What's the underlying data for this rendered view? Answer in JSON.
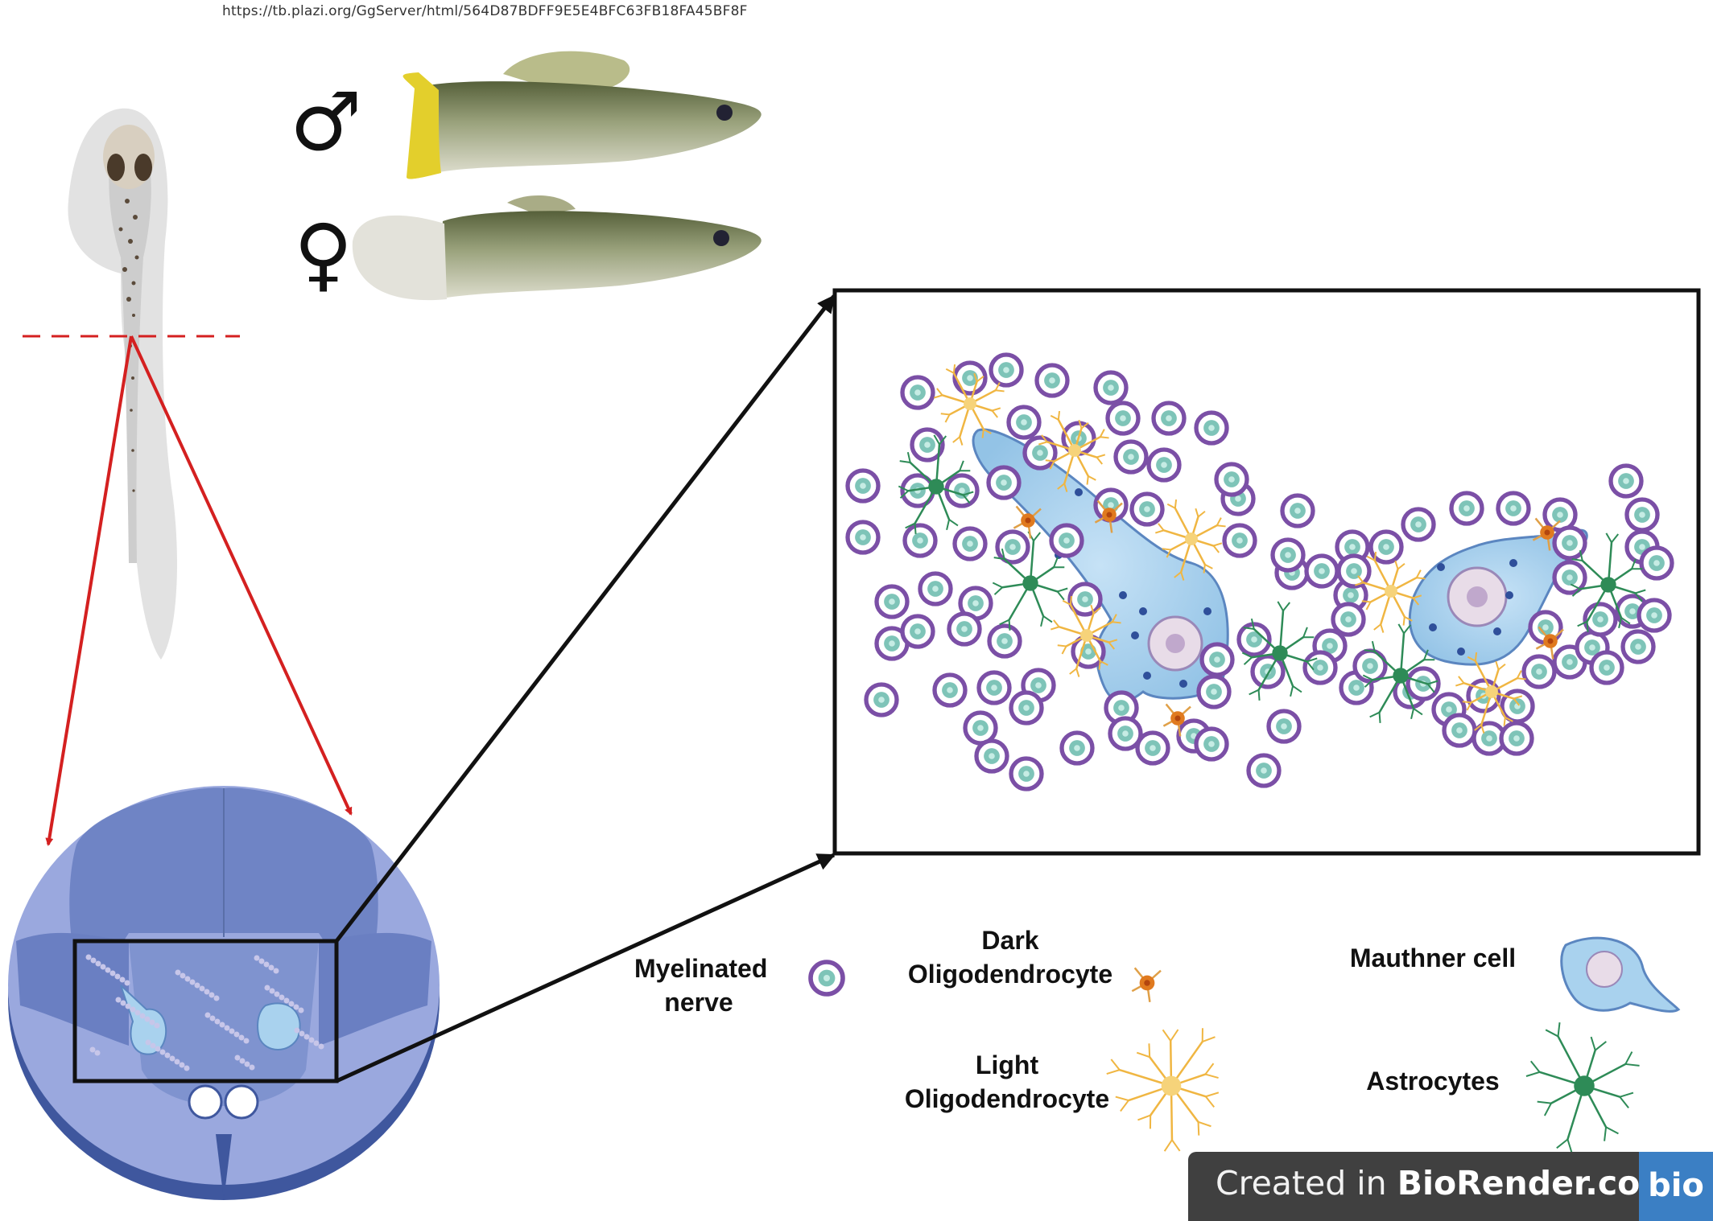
{
  "source_url": "https://tb.plazi.org/GgServer/html/564D87BDFF9E5E4BFC63FB18FA45BF8F",
  "sex_symbols": {
    "male": "♂",
    "female": "♀"
  },
  "legend": {
    "myelinated_nerve": [
      "Myelinated",
      "nerve"
    ],
    "dark_oligodendrocyte": [
      "Dark",
      "Oligodendrocyte"
    ],
    "light_oligodendrocyte": [
      "Light",
      "Oligodendrocyte"
    ],
    "mauthner_cell": "Mauthner cell",
    "astrocytes": "Astrocytes"
  },
  "badge": {
    "prefix": "Created in ",
    "brand": "BioRender.com",
    "logo": "bio"
  },
  "colors": {
    "myelin_ring": "#7b4fa6",
    "axon": "#7ec4b8",
    "mauthner": "#a9d2ee",
    "dark_oligo": "#e07a1f",
    "light_oligo": "#f0b642",
    "astrocyte": "#2e8b57",
    "cord_outer": "#9aa8de",
    "cord_grey": "#6a7fc2",
    "section_line": "#d42020"
  }
}
